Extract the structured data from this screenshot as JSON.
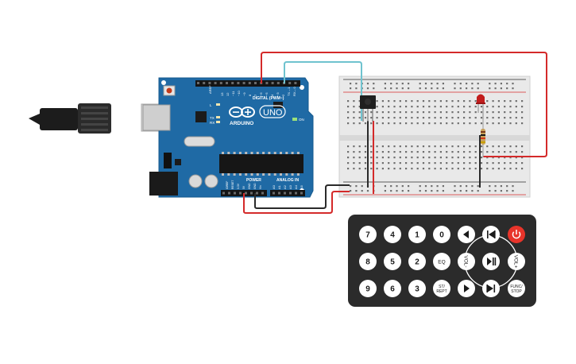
{
  "colors": {
    "board": "#1f6aa5",
    "board_edge": "#165a8e",
    "wire_red": "#d42a2a",
    "wire_black": "#2a2a2a",
    "wire_cyan": "#6fc3cf",
    "remote_body": "#2b2b2b",
    "remote_button": "#ffffff",
    "power_button": "#e8342a",
    "breadboard": "#e9e9e9",
    "led": "#c21d1d"
  },
  "arduino": {
    "brand": "ARDUINO",
    "model": "UNO",
    "digital_header": "DIGITAL (PWM~)",
    "power_header": "POWER",
    "analog_header": "ANALOG IN",
    "tx": "TX",
    "rx": "RX",
    "on": "ON",
    "l": "L",
    "aref": "AREF",
    "gnd": "GND",
    "digital_pins": [
      "13",
      "12",
      "~11",
      "~10",
      "~9",
      "8",
      "7",
      "~6",
      "~5",
      "4",
      "~3",
      "2",
      "TX→1",
      "RX←0"
    ],
    "power_pins": [
      "IOREF",
      "RESET",
      "3.3V",
      "5V",
      "GND",
      "GND",
      "Vin"
    ],
    "analog_pins": [
      "A0",
      "A1",
      "A2",
      "A3",
      "A4",
      "A5"
    ]
  },
  "remote": {
    "rows": [
      [
        {
          "label": "7",
          "icon": ""
        },
        {
          "label": "4",
          "icon": ""
        },
        {
          "label": "1",
          "icon": ""
        },
        {
          "label": "0",
          "icon": ""
        },
        {
          "label": "",
          "icon": "prev-icon"
        },
        {
          "label": "",
          "icon": "skip-back-icon"
        },
        {
          "label": "",
          "icon": "power-icon"
        }
      ],
      [
        {
          "label": "8",
          "icon": ""
        },
        {
          "label": "5",
          "icon": ""
        },
        {
          "label": "2",
          "icon": ""
        },
        {
          "label": "EQ",
          "icon": ""
        },
        {
          "label": "VOL-",
          "icon": ""
        },
        {
          "label": "",
          "icon": "play-pause-icon"
        },
        {
          "label": "VOL+",
          "icon": ""
        }
      ],
      [
        {
          "label": "9",
          "icon": ""
        },
        {
          "label": "6",
          "icon": ""
        },
        {
          "label": "3",
          "icon": ""
        },
        {
          "label": "ST/\nREPT",
          "icon": ""
        },
        {
          "label": "",
          "icon": "next-icon"
        },
        {
          "label": "",
          "icon": "skip-forward-icon"
        },
        {
          "label": "FUNC/\nSTOP",
          "icon": ""
        }
      ]
    ]
  }
}
